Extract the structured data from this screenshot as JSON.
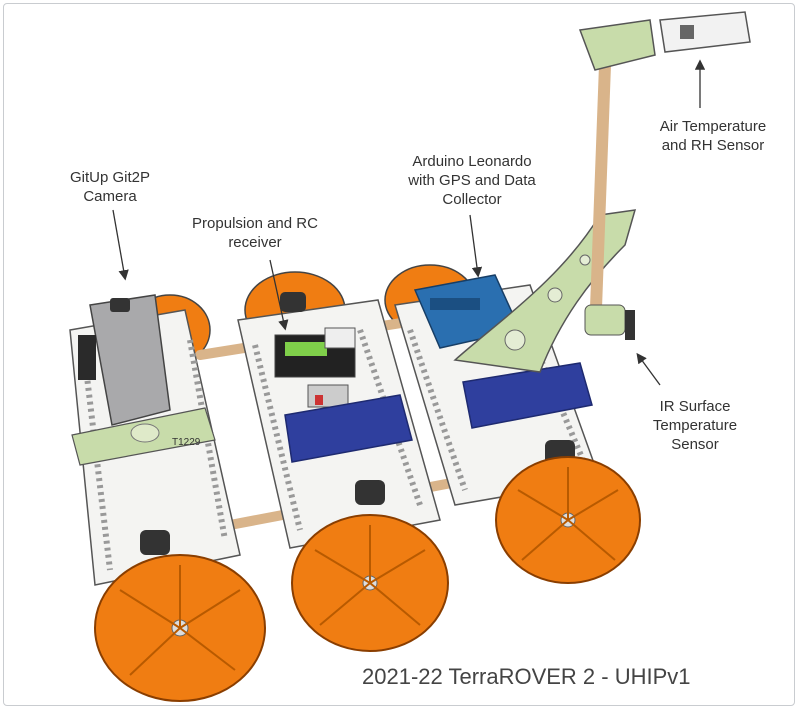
{
  "labels": {
    "camera": [
      "GitUp Git2P",
      "Camera"
    ],
    "propulsion": [
      "Propulsion and RC",
      "receiver"
    ],
    "arduino": [
      "Arduino Leonardo",
      "with GPS and Data",
      "Collector"
    ],
    "air_sensor": [
      "Air Temperature",
      "and RH Sensor"
    ],
    "ir_sensor": [
      "IR Surface",
      "Temperature",
      "Sensor"
    ]
  },
  "part_marking": "T1229",
  "caption": "2021-22 TerraROVER 2 - UHIPv1",
  "colors": {
    "wheel": "#f07d12",
    "chassis": "#f4f4f2",
    "bracket": "#c8dcaa",
    "battery": "#2f3f9e",
    "arduino": "#2a6fb0",
    "rod": "#d9b48a"
  }
}
